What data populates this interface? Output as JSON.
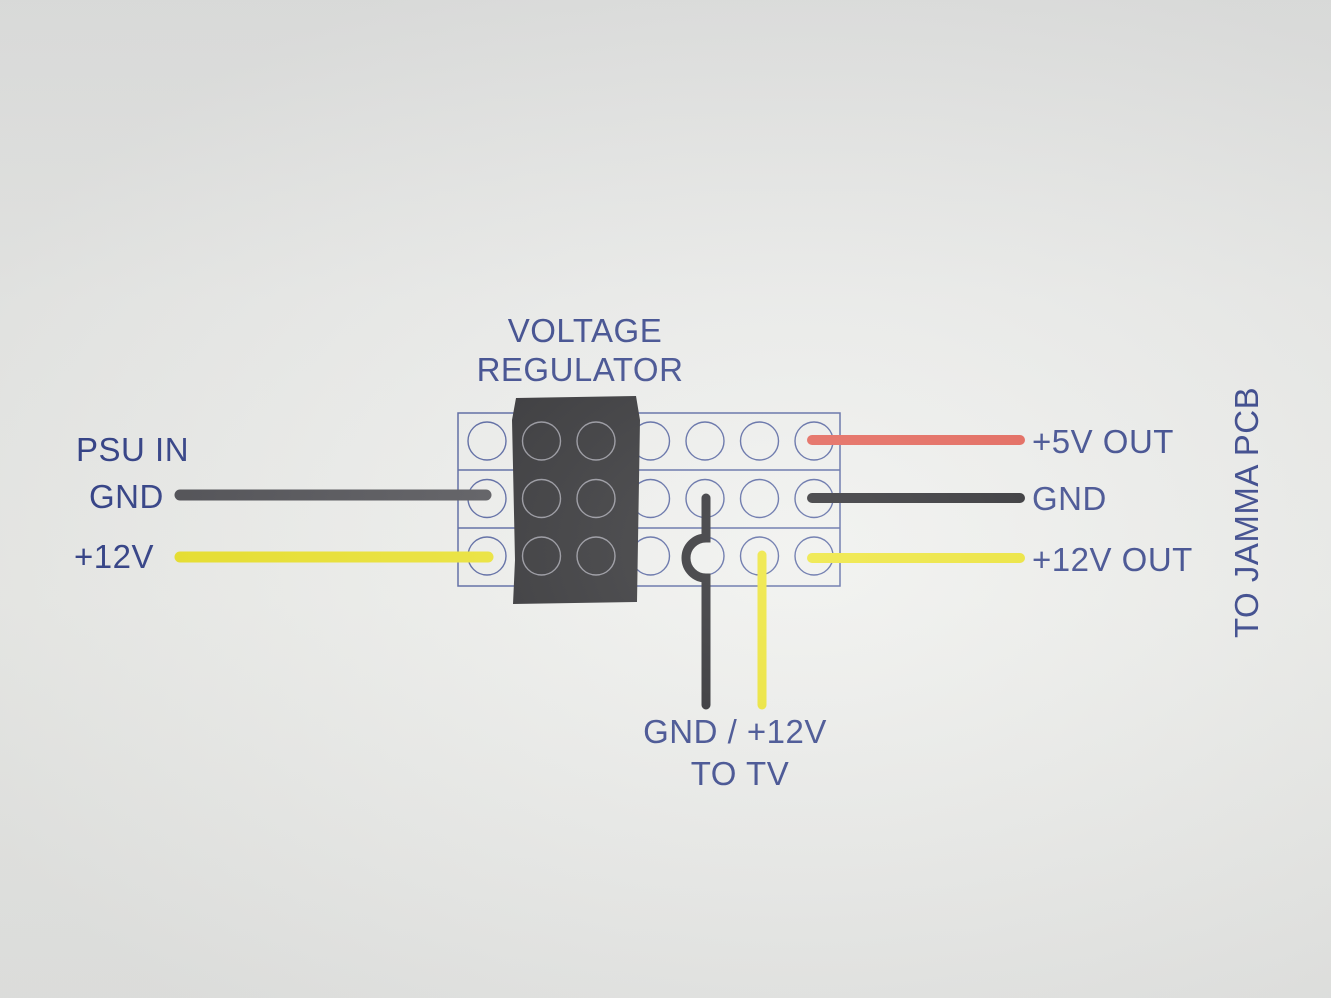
{
  "title": {
    "line1": "VOLTAGE",
    "line2": "REGULATOR"
  },
  "left": {
    "heading": "PSU IN",
    "gnd": "GND",
    "v12": "+12V"
  },
  "right": {
    "v5": "+5V OUT",
    "gnd": "GND",
    "v12": "+12V OUT"
  },
  "bottom": {
    "line1": "GND / +12V",
    "line2": "TO TV"
  },
  "side": {
    "label": "TO JAMMA PCB"
  },
  "board": {
    "rows": 3,
    "cols": 7
  },
  "colors": {
    "text": "#2e3d86",
    "grid": "#4a5a9a",
    "black_wire": "#1b1b1f",
    "psu_gnd_wire": "#4a4a4f",
    "yellow_wire": "#ece324",
    "red_wire": "#e2574a",
    "regulator": "#212124"
  }
}
